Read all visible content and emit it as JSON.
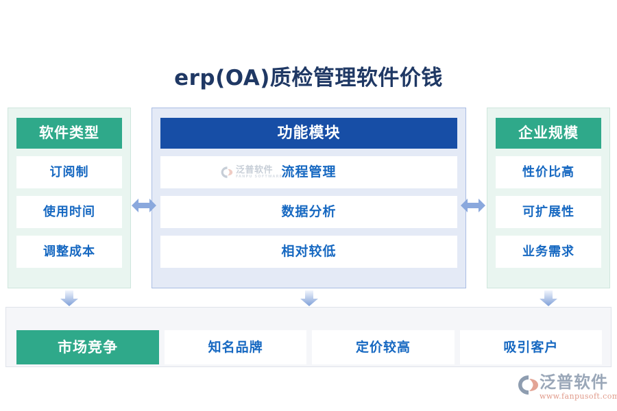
{
  "page": {
    "title": "erp(OA)质检管理软件价钱",
    "background_color": "#ffffff"
  },
  "colors": {
    "title_text": "#1f3864",
    "green_header": "#2fa98a",
    "blue_header": "#174ea6",
    "item_text": "#1668c1",
    "side_panel_bg": "#e9f5f0",
    "center_panel_bg": "#e4eaf6",
    "bottom_bar_bg": "#f5f6f9",
    "arrow": "#8aa8dd"
  },
  "columns": [
    {
      "id": "software-type",
      "header": "软件类型",
      "header_style": "green",
      "items": [
        "订阅制",
        "使用时间",
        "调整成本"
      ]
    },
    {
      "id": "function-module",
      "header": "功能模块",
      "header_style": "blue",
      "items": [
        "流程管理",
        "数据分析",
        "相对较低"
      ]
    },
    {
      "id": "enterprise-scale",
      "header": "企业规模",
      "header_style": "green",
      "items": [
        "性价比高",
        "可扩展性",
        "业务需求"
      ]
    }
  ],
  "watermark": {
    "cn": "泛普软件",
    "en": "FANPU SOFTWARE"
  },
  "arrows": {
    "horizontal_icon": "double-arrow-horizontal-icon",
    "vertical_icon": "arrow-down-icon",
    "horizontal_count": 2,
    "vertical_count": 3
  },
  "bottom": {
    "header": "市场竞争",
    "items": [
      "知名品牌",
      "定价较高",
      "吸引客户"
    ]
  },
  "brand": {
    "name": "泛普软件",
    "url": "www.fanpusoft.com"
  }
}
